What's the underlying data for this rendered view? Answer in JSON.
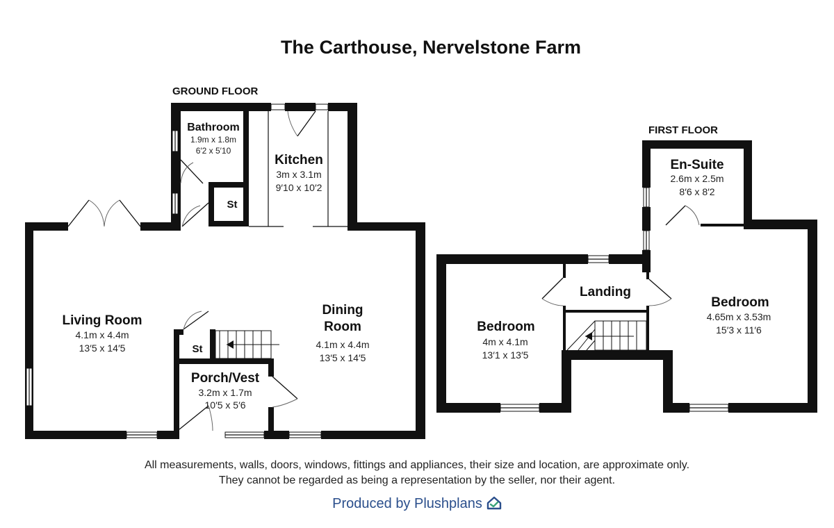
{
  "title": "The Carthouse, Nervelstone Farm",
  "floors": {
    "ground": "GROUND FLOOR",
    "first": "FIRST FLOOR"
  },
  "rooms": {
    "bathroom": {
      "name": "Bathroom",
      "metric": "1.9m x 1.8m",
      "imperial": "6′2 x 5′10"
    },
    "kitchen": {
      "name": "Kitchen",
      "metric": "3m x 3.1m",
      "imperial": "9′10 x 10′2"
    },
    "living_room": {
      "name": "Living Room",
      "metric": "4.1m x 4.4m",
      "imperial": "13′5 x 14′5"
    },
    "dining_room": {
      "name_line1": "Dining",
      "name_line2": "Room",
      "metric": "4.1m x 4.4m",
      "imperial": "13′5 x 14′5"
    },
    "porch": {
      "name": "Porch/Vest",
      "metric": "3.2m x 1.7m",
      "imperial": "10′5 x 5′6"
    },
    "store_ground_upper": {
      "name": "St"
    },
    "store_ground_lower": {
      "name": "St"
    },
    "en_suite": {
      "name": "En-Suite",
      "metric": "2.6m x 2.5m",
      "imperial": "8′6 x 8′2"
    },
    "landing": {
      "name": "Landing"
    },
    "bedroom_left": {
      "name": "Bedroom",
      "metric": "4m x 4.1m",
      "imperial": "13′1 x 13′5"
    },
    "bedroom_right": {
      "name": "Bedroom",
      "metric": "4.65m x 3.53m",
      "imperial": "15′3 x 11′6"
    }
  },
  "disclaimer": {
    "line1": "All measurements, walls, doors, windows, fittings and appliances, their size and location, are approximate only.",
    "line2": "They cannot be regarded as being a representation by the seller, nor their agent."
  },
  "credit": "Produced by Plushplans",
  "colors": {
    "wall": "#111111",
    "credit": "#2b4f8c",
    "logo_accent": "#3aa37a"
  }
}
